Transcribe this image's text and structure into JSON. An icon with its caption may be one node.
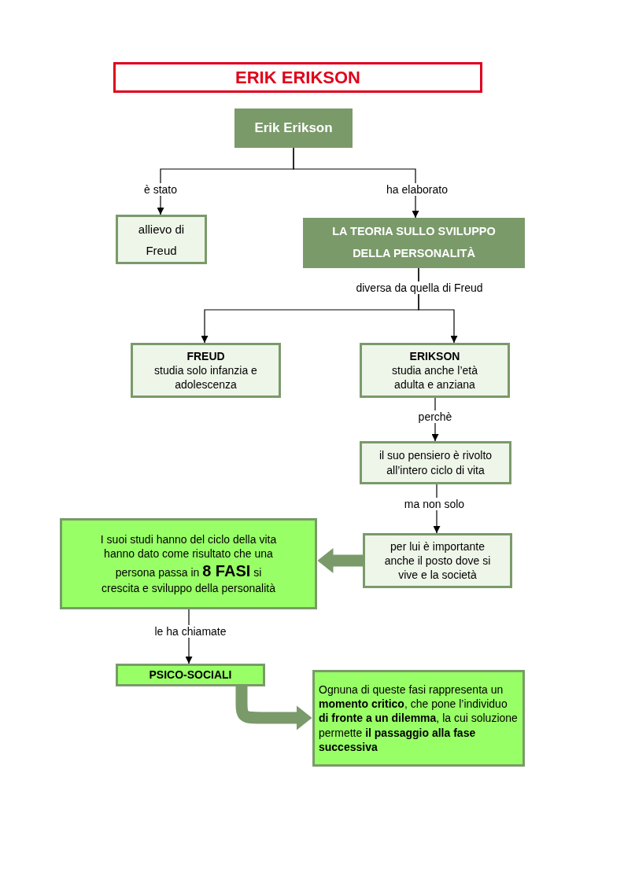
{
  "diagram": {
    "title": "ERIK ERIKSON",
    "nodes": [
      {
        "text": [
          "Erik Erikson"
        ]
      },
      {
        "text": [
          "allievo di Freud"
        ]
      },
      {
        "text": [
          "LA TEORIA SULLO SVILUPPO DELLA PERSONALITÀ"
        ]
      },
      {
        "text": [
          "FREUD",
          "studia solo infanzia e adolescenza"
        ]
      },
      {
        "text": [
          "ERIKSON",
          "studia anche l’età adulta e anziana"
        ]
      },
      {
        "text": [
          "il suo pensiero è rivolto all’intero ciclo di vita"
        ]
      },
      {
        "text": [
          "per lui è importante anche il posto dove si vive e la società"
        ]
      },
      {
        "text": [
          "I suoi studi hanno del ciclo della vita hanno dato come risultato che una persona passa in **8 FASI** si crescita e sviluppo della personalità"
        ]
      },
      {
        "text": [
          "PSICO-SOCIALI"
        ]
      },
      {
        "text": [
          "Ognuna di queste fasi rappresenta un **momento critico**, che pone l’individuo **di fronte a un dilemma**, la cui soluzione permette **il passaggio alla fase successiva**"
        ]
      }
    ],
    "edges": [
      {
        "from": 0,
        "to": 1,
        "arrow": "to",
        "label": "è stato"
      },
      {
        "from": 0,
        "to": 2,
        "arrow": "to",
        "label": "ha elaborato"
      },
      {
        "from": 2,
        "to": 3,
        "arrow": "to",
        "label": "diversa da quella di Freud"
      },
      {
        "from": 2,
        "to": 4,
        "arrow": "to"
      },
      {
        "from": 4,
        "to": 5,
        "arrow": "to",
        "label": "perchè"
      },
      {
        "from": 5,
        "to": 6,
        "arrow": "to",
        "label": "ma non solo"
      },
      {
        "from": 6,
        "to": 7,
        "arrow": "to",
        "style": "thick",
        "color": "#7a9a6a"
      },
      {
        "from": 7,
        "to": 8,
        "arrow": "to",
        "label": "le ha chiamate"
      },
      {
        "from": 8,
        "to": 9,
        "arrow": "to",
        "style": "thick",
        "color": "#7a9a6a"
      }
    ]
  }
}
